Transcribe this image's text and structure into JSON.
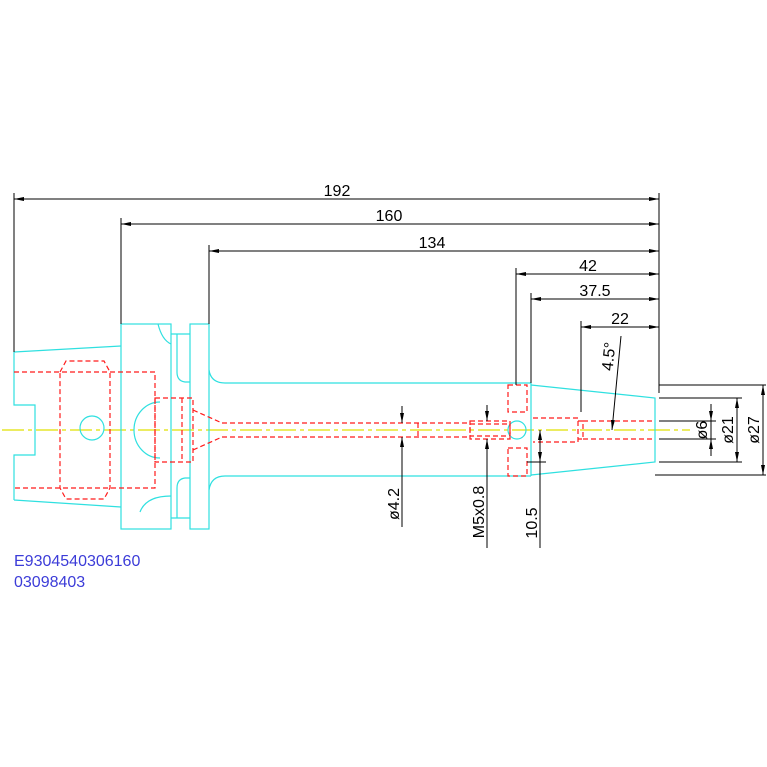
{
  "drawing": {
    "overall_length": "192",
    "gauge_length": "160",
    "shank_length": "134",
    "nose_length_a": "42",
    "nose_length_b": "37.5",
    "nose_length_c": "22",
    "taper_angle": "4.5°",
    "bore_diameter": "ø6",
    "nose_diameter": "ø21",
    "body_diameter": "ø27",
    "coolant_bore": "ø4.2",
    "thread": "M5x0.8",
    "pin_offset": "10.5"
  },
  "title_block": {
    "part_number": "E9304540306160",
    "code": "03098403"
  },
  "colors": {
    "outline": "#2fe0e0",
    "hidden_lines": "#ff1a1a",
    "center_line": "#e0e000",
    "dimensions": "#000000",
    "title_text": "#3c3cd8",
    "background": "#ffffff"
  }
}
